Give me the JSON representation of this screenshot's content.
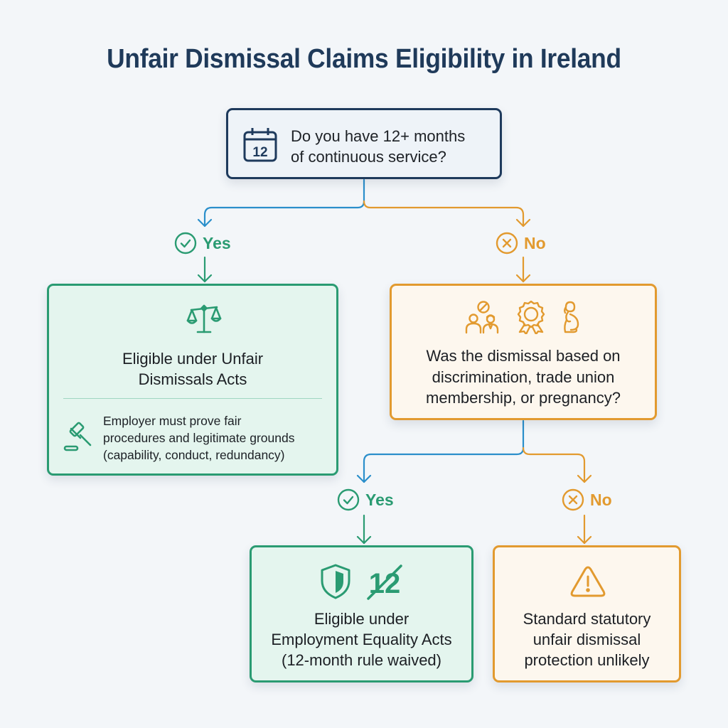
{
  "title": "Unfair Dismissal Claims Eligibility in Ireland",
  "colors": {
    "title": "#1f3a5a",
    "navy": "#1e3a5c",
    "green": "#2a9b72",
    "orange": "#e29a2f",
    "blue_connector": "#2b8fcb",
    "background": "#f3f6f9"
  },
  "question1": {
    "icon": "calendar-icon",
    "icon_text": "12",
    "line1": "Do you have 12+ months",
    "line2": "of continuous service?"
  },
  "branch1": {
    "yes_label": "Yes",
    "no_label": "No"
  },
  "outcome_unfair_dismissals": {
    "icon": "scales-of-justice-icon",
    "title_line1": "Eligible under Unfair",
    "title_line2": "Dismissals Acts",
    "detail_icon": "gavel-icon",
    "detail_line1": "Employer must prove fair",
    "detail_line2": "procedures and legitimate grounds",
    "detail_line3": "(capability, conduct, redundancy)"
  },
  "question2": {
    "icons": [
      "discrimination-icon",
      "trade-union-badge-icon",
      "pregnancy-icon"
    ],
    "line1": "Was the dismissal based on",
    "line2": "discrimination, trade union",
    "line3": "membership, or pregnancy?"
  },
  "branch2": {
    "yes_label": "Yes",
    "no_label": "No"
  },
  "outcome_equality": {
    "icons": [
      "shield-icon",
      "waived-12-icon"
    ],
    "waived_text": "12",
    "line1": "Eligible under",
    "line2": "Employment Equality Acts",
    "line3": "(12-month rule waived)"
  },
  "outcome_unlikely": {
    "icon": "warning-icon",
    "line1": "Standard statutory",
    "line2": "unfair dismissal",
    "line3": "protection unlikely"
  }
}
